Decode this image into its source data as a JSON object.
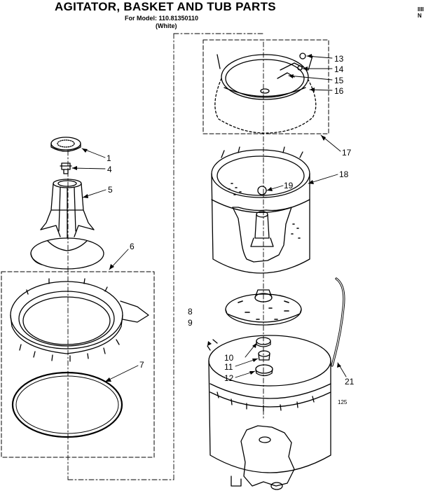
{
  "header": {
    "title": "AGITATOR, BASKET AND TUB PARTS",
    "model_line": "For Model: 110.81350110",
    "color_line": "(White)",
    "corner_text": [
      "IIII",
      "N"
    ]
  },
  "callouts": {
    "c1": "1",
    "c4": "4",
    "c5": "5",
    "c6": "6",
    "c7": "7",
    "c8": "8",
    "c9": "9",
    "c10": "10",
    "c11": "11",
    "c12": "12",
    "c13": "13",
    "c14": "14",
    "c15": "15",
    "c16": "16",
    "c17": "17",
    "c18": "18",
    "c19": "19",
    "c21": "21"
  },
  "small_mark": "125"
}
